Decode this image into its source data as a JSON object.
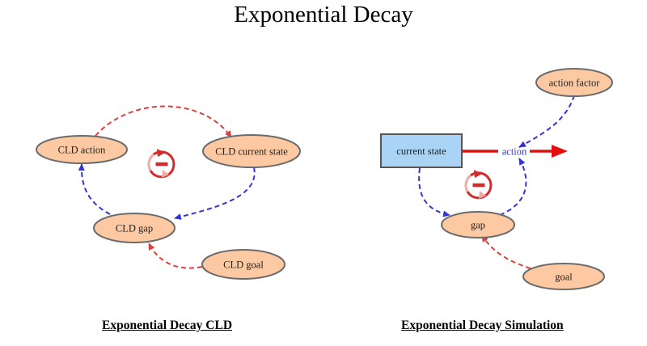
{
  "title": "Exponential Decay",
  "colors": {
    "node_fill": "#fcc9a3",
    "node_stroke": "#6b6b6b",
    "stock_fill": "#a9d4f5",
    "stock_stroke": "#555555",
    "positive_link": "#d94141",
    "negative_link": "#3535d0",
    "flow": "#e01010",
    "loop_red": "#d42a2a",
    "loop_pink": "#f3a9a9"
  },
  "cld": {
    "caption": "Exponential Decay CLD",
    "nodes": {
      "action": "CLD action",
      "current_state": "CLD current state",
      "gap": "CLD gap",
      "goal": "CLD goal"
    },
    "loop_icon": "balancing-loop-icon"
  },
  "simulation": {
    "caption": "Exponential Decay Simulation",
    "stock": "current state",
    "flow_label": "action",
    "nodes": {
      "action_factor": "action factor",
      "gap": "gap",
      "goal": "goal"
    },
    "loop_icon": "balancing-loop-icon"
  }
}
